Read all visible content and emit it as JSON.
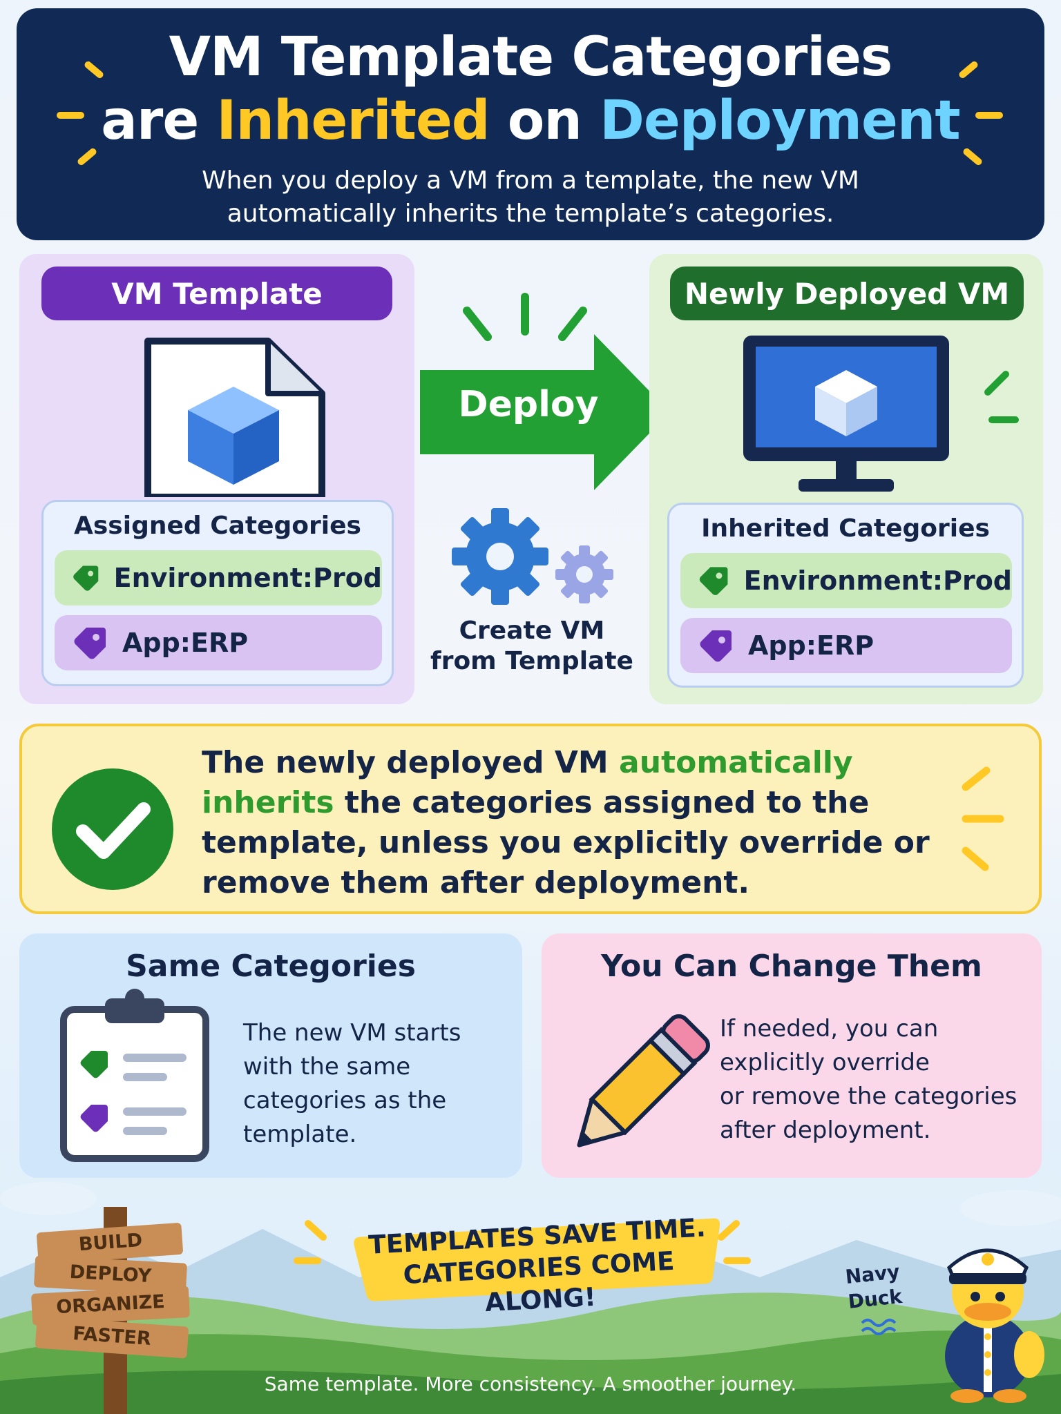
{
  "header": {
    "title_line1": "VM Template Categories",
    "title_line2_part1": "are ",
    "title_line2_highlight1": "Inherited",
    "title_line2_part2": " on ",
    "title_line2_highlight2": "Deployment",
    "subtitle_line1": "When you deploy a VM from a template, the new VM",
    "subtitle_line2": "automatically inherits the template’s categories."
  },
  "template_panel": {
    "title": "VM Template",
    "categories_heading": "Assigned Categories",
    "categories": [
      "Environment:Prod",
      "App:ERP"
    ]
  },
  "middle": {
    "deploy_label": "Deploy",
    "create_line1": "Create VM",
    "create_line2": "from Template"
  },
  "deployed_panel": {
    "title": "Newly Deployed VM",
    "categories_heading": "Inherited Categories",
    "categories": [
      "Environment:Prod",
      "App:ERP"
    ]
  },
  "banner": {
    "part1": "The newly deployed VM ",
    "highlight": "automatically inherits",
    "part2": " the categories assigned to the template, unless you explicitly override or remove them after deployment."
  },
  "cards": {
    "same": {
      "title": "Same Categories",
      "lines": [
        "The new VM starts",
        "with the same",
        "categories as the",
        "template."
      ]
    },
    "change": {
      "title": "You Can Change Them",
      "lines": [
        "If needed, you can",
        "explicitly override",
        "or remove the categories",
        "after deployment."
      ]
    }
  },
  "bottom": {
    "tagline_line1": "TEMPLATES SAVE TIME.",
    "tagline_line2": "CATEGORIES COME ALONG!",
    "sign_words": [
      "BUILD",
      "DEPLOY",
      "ORGANIZE",
      "FASTER"
    ],
    "duck_label_line1": "Navy",
    "duck_label_line2": "Duck",
    "footer": "Same template. More consistency. A smoother journey."
  },
  "colors": {
    "navy": "#102a55",
    "accent_yellow": "#ffc824",
    "accent_blue": "#6fd3ff",
    "purple": "#6b2fb8",
    "green": "#1f8a2c",
    "deploy_green": "#22a033"
  }
}
